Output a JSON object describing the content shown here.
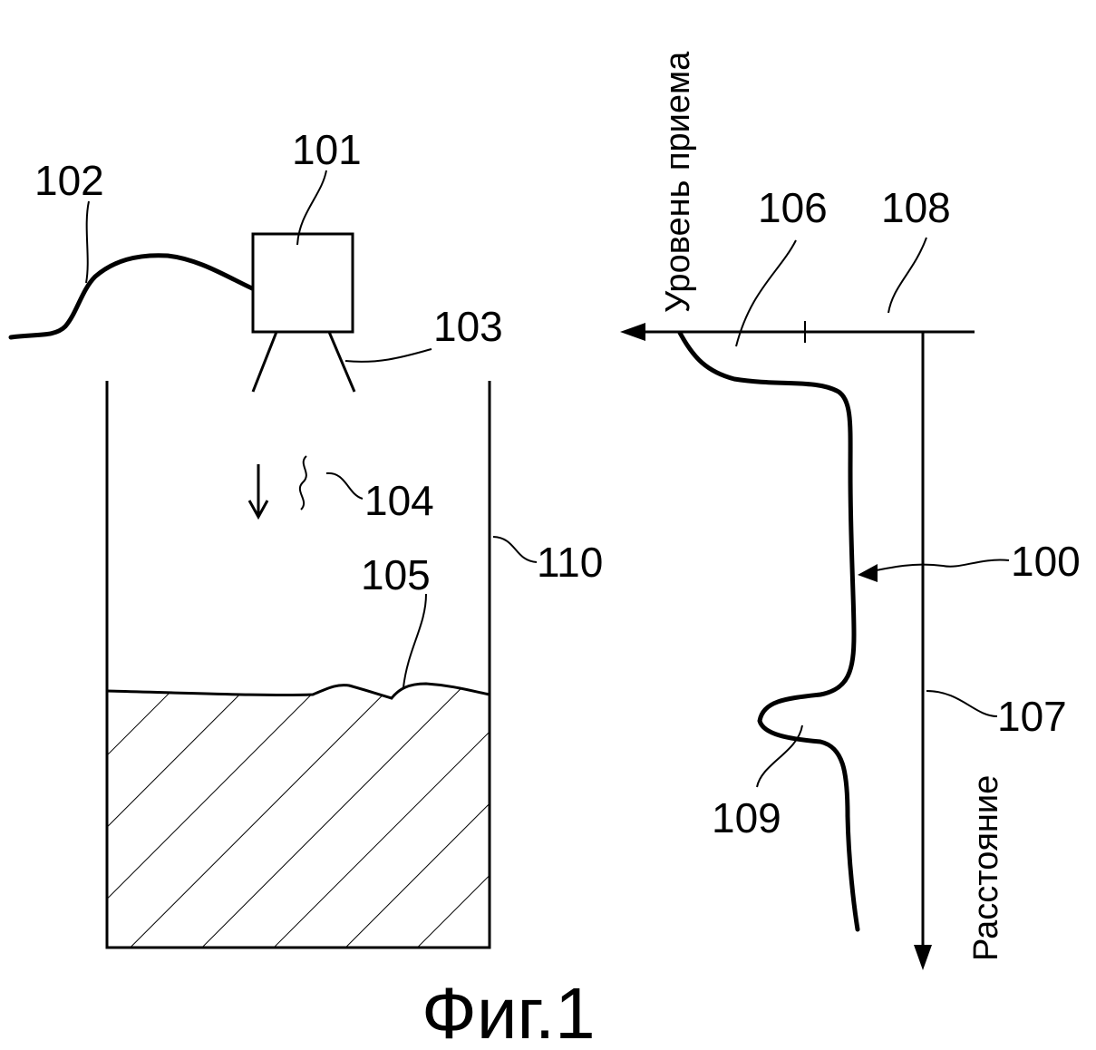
{
  "labels": {
    "sensor": "101",
    "cable": "102",
    "antenna": "103",
    "signal": "104",
    "surface": "105",
    "first_echo": "106",
    "distance_axis": "107",
    "level_axis_ref": "108",
    "surface_echo": "109",
    "container": "110",
    "echo_curve": "100"
  },
  "axes": {
    "level": "Уровень приема",
    "distance": "Расстояние"
  },
  "caption": "Фиг.1"
}
